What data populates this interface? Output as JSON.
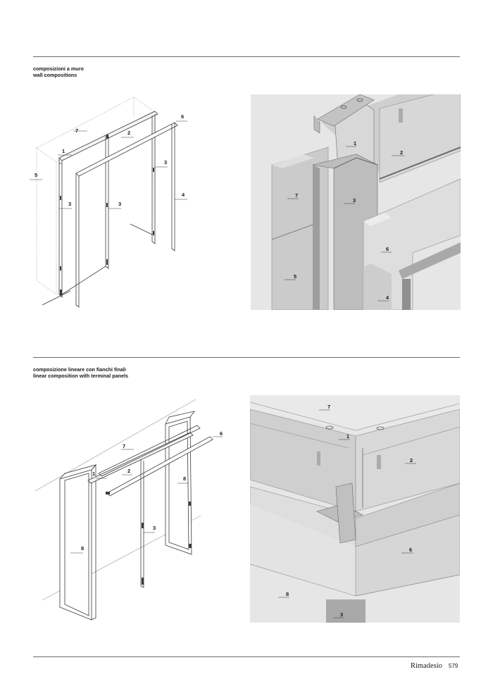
{
  "sections": [
    {
      "caption_it": "composizioni a muro",
      "caption_en": "wall compositions",
      "left_drawing": {
        "labels": [
          "1",
          "2",
          "3",
          "3",
          "3",
          "4",
          "5",
          "6",
          "7"
        ]
      },
      "right_detail": {
        "labels": [
          "1",
          "2",
          "3",
          "4",
          "5",
          "6",
          "7"
        ]
      }
    },
    {
      "caption_it": "composizione lineare con fianchi finali",
      "caption_en": "linear composition with terminal panels",
      "left_drawing": {
        "labels": [
          "1",
          "2",
          "3",
          "6",
          "7",
          "8",
          "8"
        ]
      },
      "right_detail": {
        "labels": [
          "1",
          "2",
          "3",
          "6",
          "7",
          "8"
        ]
      }
    }
  ],
  "footer": {
    "brand": "Rimadesio",
    "page_number": "579"
  },
  "colors": {
    "rule": "#6b6b6b",
    "detail_bg": "#e3e3e3",
    "panel": "#d2d2d2",
    "panel_dark": "#a9a9a9",
    "line": "#3a3a3a"
  }
}
